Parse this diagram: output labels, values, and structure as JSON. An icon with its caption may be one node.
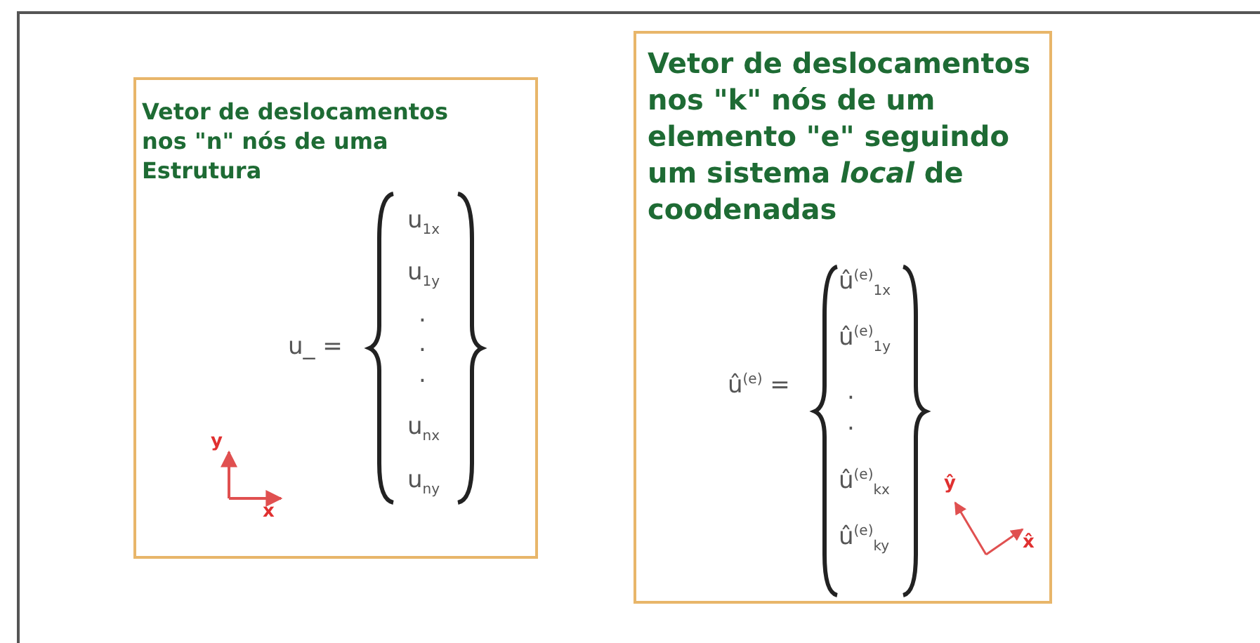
{
  "diagram": {
    "nodes": [
      {
        "text": [
          "Vetor de deslocamentos nos \"n\" nós de uma Estrutura"
        ]
      },
      {
        "text": [
          "Vetor de deslocamentos nos \"k\" nós de um elemento \"e\" seguindo um sistema *local* de coodenadas"
        ]
      }
    ],
    "labels": [
      "u_ =",
      "u$_{1x}$",
      "u$_{1y}$",
      ".",
      ".",
      ".",
      "u$_{nx}$",
      "u$_{ny}$",
      "y",
      "x",
      "û$^{(e)}$ =",
      "û$^{(e)}$$_{1x}$",
      "û$^{(e)}$$_{1y}$",
      ".",
      ".",
      "û$^{(e)}$$_{kx}$",
      "û$^{(e)}$$_{ky}$",
      "ŷ",
      "x̂"
    ]
  }
}
